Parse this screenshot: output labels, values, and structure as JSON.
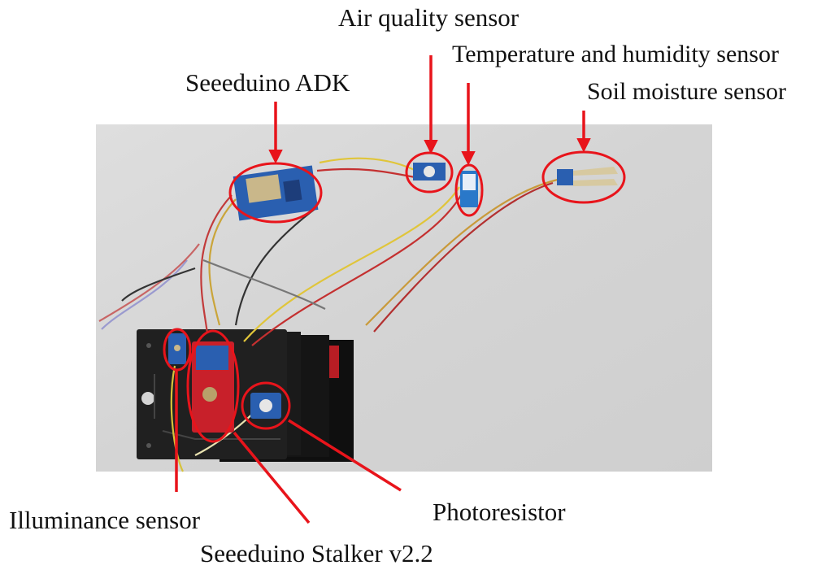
{
  "labels": {
    "air_quality": "Air quality sensor",
    "temp_humidity": "Temperature and humidity sensor",
    "adk": "Seeeduino ADK",
    "soil": "Soil moisture sensor",
    "illuminance": "Illuminance sensor",
    "photoresistor": "Photoresistor",
    "stalker": "Seeeduino Stalker v2.2"
  },
  "colors": {
    "annotation": "#e8141b",
    "wall": "#d9d9d9",
    "board_black": "#1c1c1c",
    "board_red": "#c8202a",
    "board_blue": "#2a5fb0"
  }
}
